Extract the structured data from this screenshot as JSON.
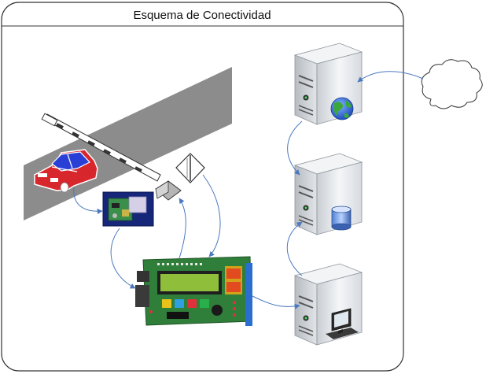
{
  "diagram": {
    "title": "Esquema de Conectividad",
    "colors": {
      "frame": "#333333",
      "road": "#8c8c8c",
      "arrow": "#4a78c0",
      "car_body": "#d8262d",
      "car_roof": "#2a3fd6",
      "server_body": "#e6e9ec",
      "pcb": "#2f7f3a",
      "lcd": "#8fbf3a"
    },
    "nodes": [
      {
        "id": "cloud",
        "icon": "cloud-icon"
      },
      {
        "id": "web-server",
        "icon": "globe-icon"
      },
      {
        "id": "db-server",
        "icon": "database-icon"
      },
      {
        "id": "control-server",
        "icon": "computer-icon"
      },
      {
        "id": "barrier-gate",
        "icon": "barrier-gate-icon"
      },
      {
        "id": "car",
        "icon": "car-icon"
      },
      {
        "id": "rfid-reader",
        "icon": "rfid-reader-icon"
      },
      {
        "id": "sensor",
        "icon": "sensor-icon"
      },
      {
        "id": "microcontroller-board",
        "icon": "microcontroller-board-icon"
      }
    ]
  }
}
